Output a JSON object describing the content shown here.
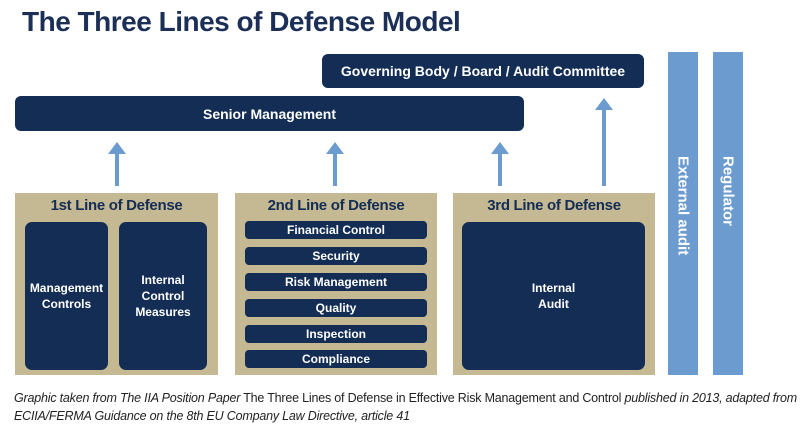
{
  "title": "The Three Lines of Defense Model",
  "governing": "Governing Body / Board / Audit Committee",
  "senior": "Senior Management",
  "line1": {
    "head": "1st Line of Defense",
    "boxes": [
      "Management Controls",
      "Internal Control Measures"
    ]
  },
  "line2": {
    "head": "2nd Line of Defense",
    "items": [
      "Financial Control",
      "Security",
      "Risk Management",
      "Quality",
      "Inspection",
      "Compliance"
    ]
  },
  "line3": {
    "head": "3rd Line of Defense",
    "box": "Internal Audit"
  },
  "external": "External audit",
  "regulator": "Regulator",
  "caption": {
    "p1": "Graphic taken from The IIA Position Paper",
    "p2": " The Three Lines of Defense in Effective Risk Management and Control ",
    "p3": "published in 2013, adapted from ECIIA/FERMA Guidance on the 8th EU Company Law Directive, article 41"
  },
  "colors": {
    "navy": "#132d55",
    "tan": "#c5b994",
    "blue": "#6c9bd0"
  }
}
